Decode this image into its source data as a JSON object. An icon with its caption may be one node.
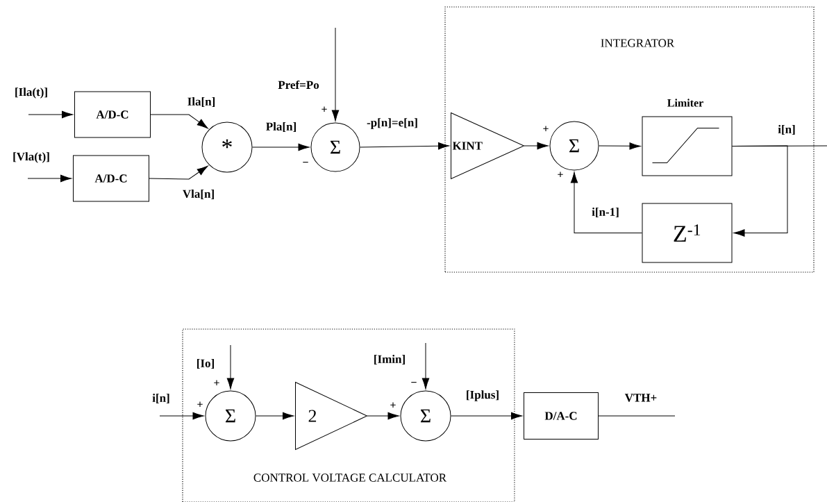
{
  "diagram": {
    "nodes": [
      {
        "text": [
          "INTEGRATOR"
        ]
      },
      {
        "text": [
          "A/D-C"
        ]
      },
      {
        "text": [
          "A/D-C"
        ]
      },
      {
        "text": [
          "*"
        ]
      },
      {
        "text": [
          "Σ"
        ],
        "beside": [
          "+",
          "−"
        ]
      },
      {
        "text": [
          "KINT"
        ],
        "in": 0
      },
      {
        "text": [
          "Σ"
        ],
        "in": 0,
        "beside": [
          "+",
          "+"
        ]
      },
      {
        "text": [
          "Limiter"
        ],
        "in": 0
      },
      {
        "text": [
          "Z$^{-1}$"
        ],
        "in": 0
      },
      {
        "text": [
          "CONTROL VOLTAGE CALCULATOR"
        ]
      },
      {
        "text": [
          "Σ"
        ],
        "in": 9,
        "beside": [
          "+",
          "+"
        ]
      },
      {
        "text": [
          "2"
        ],
        "in": 9
      },
      {
        "text": [
          "Σ"
        ],
        "in": 9,
        "beside": [
          "−",
          "+"
        ]
      },
      {
        "text": [
          "D/A-C"
        ]
      }
    ],
    "edges": [
      {
        "from": null,
        "to": 1,
        "arrow": "to",
        "label": "[Ila(t)]"
      },
      {
        "from": null,
        "to": 2,
        "arrow": "to",
        "label": "[Vla(t)]"
      },
      {
        "from": 1,
        "to": 3,
        "arrow": "to",
        "label": "Ila[n]"
      },
      {
        "from": 2,
        "to": 3,
        "arrow": "to",
        "label": "Vla[n]"
      },
      {
        "from": 3,
        "to": 4,
        "arrow": "to",
        "label": "Pla[n]"
      },
      {
        "from": null,
        "to": 4,
        "arrow": "to",
        "label": "Pref=Po"
      },
      {
        "from": 4,
        "to": 5,
        "arrow": "to",
        "label": "-p[n]=e[n]"
      },
      {
        "from": 5,
        "to": 6,
        "arrow": "to"
      },
      {
        "from": 6,
        "to": 7,
        "arrow": "to"
      },
      {
        "from": 7,
        "to": null,
        "arrow": "none",
        "label": "i[n]"
      },
      {
        "from": 7,
        "to": 8,
        "arrow": "to"
      },
      {
        "from": 8,
        "to": 6,
        "arrow": "to",
        "label": "i[n-1]"
      },
      {
        "from": null,
        "to": 10,
        "arrow": "to",
        "label": "i[n]"
      },
      {
        "from": null,
        "to": 10,
        "arrow": "to",
        "label": "[Io]"
      },
      {
        "from": 10,
        "to": 11,
        "arrow": "to"
      },
      {
        "from": 11,
        "to": 12,
        "arrow": "to"
      },
      {
        "from": null,
        "to": 12,
        "arrow": "to",
        "label": "[Imin]"
      },
      {
        "from": 12,
        "to": 13,
        "arrow": "to",
        "label": "[Iplus]"
      },
      {
        "from": 13,
        "to": null,
        "arrow": "none",
        "label": "VTH+"
      }
    ]
  }
}
